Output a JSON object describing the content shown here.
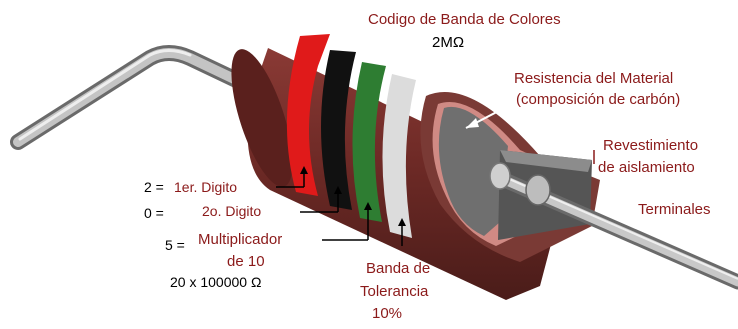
{
  "title": {
    "text": "Codigo de Banda de Colores",
    "value": "2MΩ"
  },
  "labels": {
    "material_line1": "Resistencia del Material",
    "material_line2": "(composición de carbón)",
    "coating_line1": "Revestimiento",
    "coating_line2": "de aislamiento",
    "terminals": "Terminales",
    "digit1_value": "2 =",
    "digit1_label": "1er. Digito",
    "digit2_value": "0 =",
    "digit2_label": "2o. Digito",
    "mult_value": "5 =",
    "mult_line1": "Multiplicador",
    "mult_line2": "de 10",
    "formula": "20 x 100000 Ω",
    "tol_line1": "Banda de",
    "tol_line2": "Tolerancia",
    "tol_line3": "10%"
  },
  "colors": {
    "body": "#6e2a26",
    "body_dark": "#4a1c19",
    "band_red": "#e01a1a",
    "band_black": "#111111",
    "band_green": "#2e7d32",
    "band_silver": "#d9d9d9",
    "label_red": "#8b1a1a",
    "wire": "#9a9a9a"
  },
  "bands": [
    {
      "name": "red",
      "meaning": "2"
    },
    {
      "name": "black",
      "meaning": "0"
    },
    {
      "name": "green",
      "meaning": "5"
    },
    {
      "name": "silver",
      "meaning": "10%"
    }
  ]
}
